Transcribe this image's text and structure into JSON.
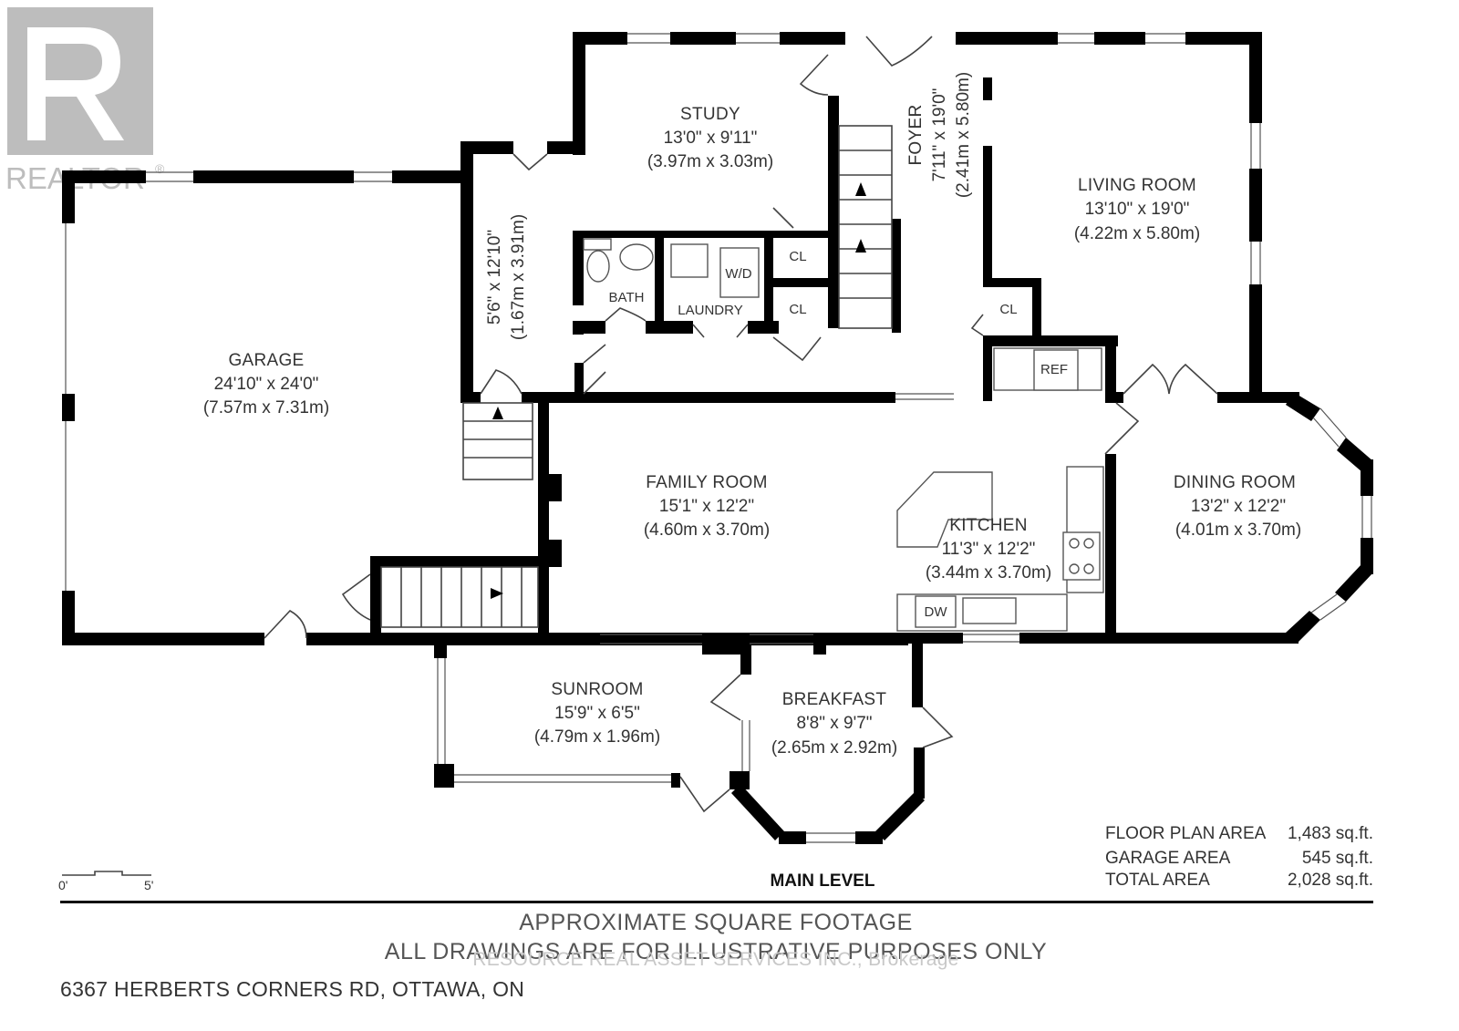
{
  "logo": {
    "wordmark": "REALTOR",
    "reg_mark": "®"
  },
  "rooms": {
    "study": {
      "name": "STUDY",
      "imperial": "13'0\" x 9'11\"",
      "metric": "(3.97m x 3.03m)"
    },
    "foyer": {
      "name": "FOYER",
      "imperial": "7'11\" x 19'0\"",
      "metric": "(2.41m x 5.80m)"
    },
    "living": {
      "name": "LIVING ROOM",
      "imperial": "13'10\" x 19'0\"",
      "metric": "(4.22m x 5.80m)"
    },
    "hall": {
      "imperial": "5'6\" x 12'10\"",
      "metric": "(1.67m x 3.91m)"
    },
    "garage": {
      "name": "GARAGE",
      "imperial": "24'10\" x 24'0\"",
      "metric": "(7.57m x 7.31m)"
    },
    "family": {
      "name": "FAMILY ROOM",
      "imperial": "15'1\" x 12'2\"",
      "metric": "(4.60m x 3.70m)"
    },
    "kitchen": {
      "name": "KITCHEN",
      "imperial": "11'3\" x 12'2\"",
      "metric": "(3.44m x 3.70m)"
    },
    "dining": {
      "name": "DINING ROOM",
      "imperial": "13'2\" x 12'2\"",
      "metric": "(4.01m x 3.70m)"
    },
    "sunroom": {
      "name": "SUNROOM",
      "imperial": "15'9\" x 6'5\"",
      "metric": "(4.79m x 1.96m)"
    },
    "breakfast": {
      "name": "BREAKFAST",
      "imperial": "8'8\" x 9'7\"",
      "metric": "(2.65m x 2.92m)"
    }
  },
  "small_labels": {
    "bath": "BATH",
    "laundry": "LAUNDRY",
    "wd": "W/D",
    "cl": "CL",
    "ref": "REF",
    "dw": "DW"
  },
  "scale": {
    "start": "0'",
    "end": "5'"
  },
  "level_title": "MAIN LEVEL",
  "areas": [
    {
      "label": "FLOOR PLAN AREA",
      "value": "1,483 sq.ft."
    },
    {
      "label": "GARAGE AREA",
      "value": "545 sq.ft."
    },
    {
      "label": "TOTAL AREA",
      "value": "2,028 sq.ft."
    }
  ],
  "disclaimer": {
    "line1": "APPROXIMATE SQUARE FOOTAGE",
    "line2": "ALL DRAWINGS ARE FOR ILLUSTRATIVE PURPOSES ONLY"
  },
  "watermark": "RESOURCE REAL ASSET SERVICES INC., Brokerage",
  "address": "6367 HERBERTS CORNERS RD, OTTAWA, ON",
  "colors": {
    "wall": "#000000",
    "text": "#333333",
    "logo": "#bdbdbd"
  }
}
